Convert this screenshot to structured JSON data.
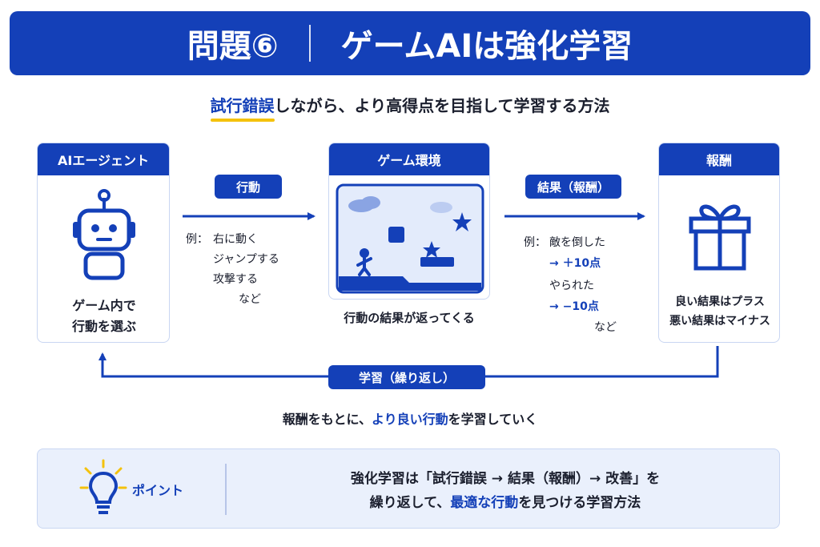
{
  "header": {
    "number": "問題⑥",
    "title": "ゲームAIは強化学習"
  },
  "subtitle": {
    "highlight": "試行錯誤",
    "rest": "しながら、より高得点を目指して学習する方法"
  },
  "agent": {
    "title": "AIエージェント",
    "desc_line1": "ゲーム内で",
    "desc_line2": "行動を選ぶ",
    "icon": "robot-icon"
  },
  "action": {
    "tag": "行動",
    "example_prefix": "例：",
    "examples": [
      "右に動く",
      "ジャンプする",
      "攻撃する",
      "など"
    ]
  },
  "environment": {
    "title": "ゲーム環境",
    "caption": "行動の結果が返ってくる"
  },
  "result": {
    "tag": "結果（報酬）",
    "example_prefix": "例：",
    "line1": "敵を倒した",
    "line2": "→ ＋10点",
    "line3": "やられた",
    "line4": "→ −10点",
    "line5": "など"
  },
  "reward": {
    "title": "報酬",
    "line1": "良い結果はプラス",
    "line2": "悪い結果はマイナス",
    "icon": "gift-icon"
  },
  "loop": {
    "tag": "学習（繰り返し）"
  },
  "bottom": {
    "part1": "報酬をもとに、",
    "highlight": "より良い行動",
    "part2": "を学習していく"
  },
  "point": {
    "label": "ポイント",
    "icon": "lightbulb-icon",
    "line1": "強化学習は「試行錯誤 → 結果（報酬）→ 改善」を",
    "line2_part1": "繰り返して、",
    "line2_highlight": "最適な行動",
    "line2_part2": "を見つける学習方法"
  },
  "colors": {
    "primary": "#1440b8",
    "accent": "#f4c20d",
    "light": "#eaf0fc"
  }
}
